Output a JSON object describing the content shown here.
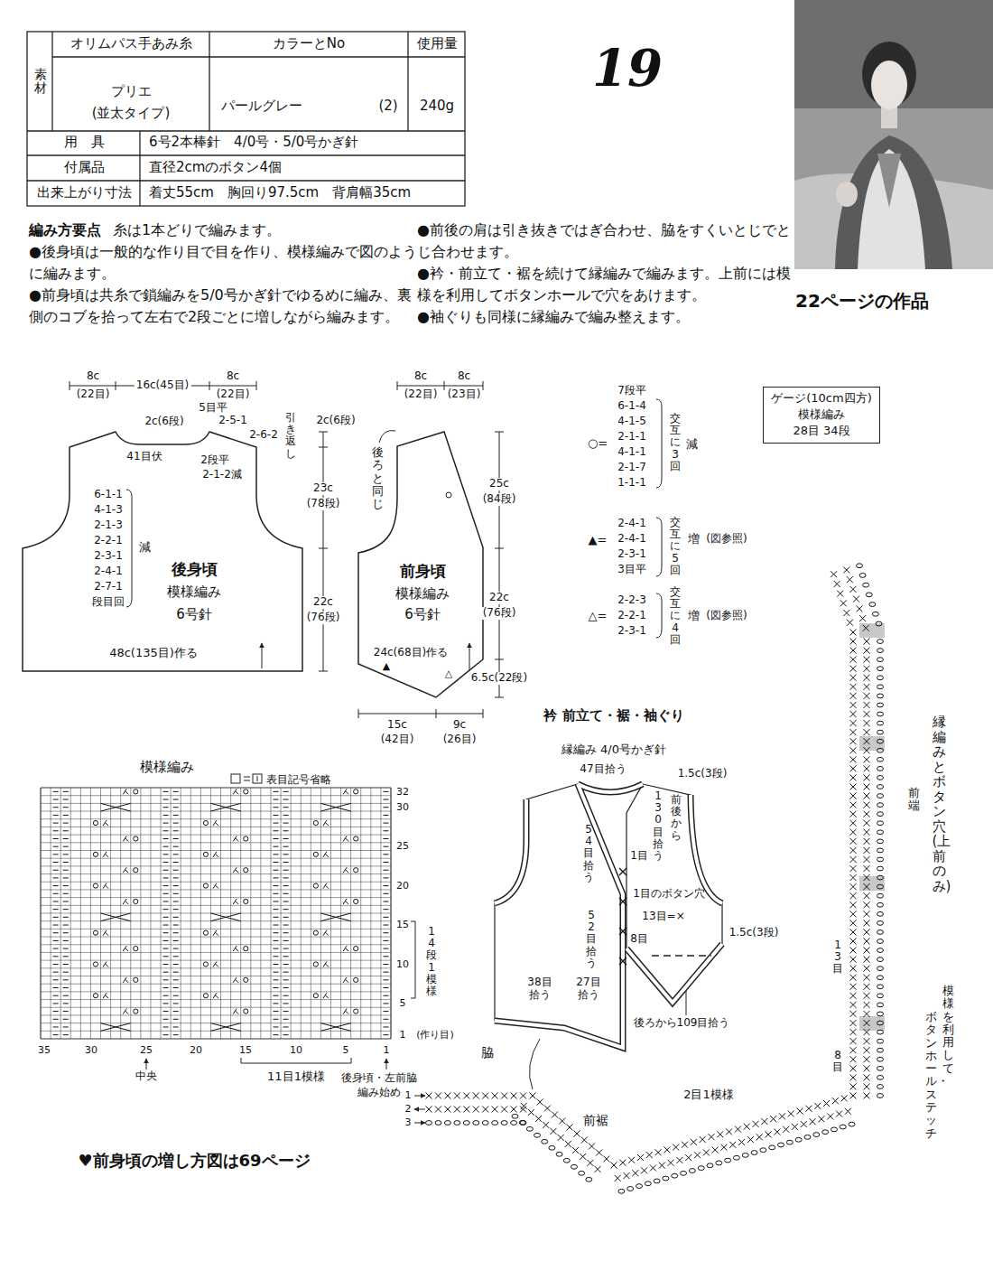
{
  "diagram": {
    "nodes": [
      {
        "text": [
          "後身頃",
          "模様編み",
          "6号針"
        ]
      },
      {
        "text": [
          "前身頃",
          "模様編み",
          "6号針"
        ]
      },
      {
        "text": [
          "ゲージ(10cm四方)",
          "模様編み",
          "28目 34段"
        ]
      }
    ],
    "labels": [
      "素材",
      "オリムパス手あみ糸",
      "カラーとNo",
      "使用量",
      "プリエ",
      "(並太タイプ)",
      "パールグレー",
      "(2)",
      "240g",
      "用　具",
      "6号2本棒針　4/0号・5/0号かぎ針",
      "付属品",
      "直径2cmのボタン4個",
      "出来上がり寸法",
      "着丈55cm　胸回り97.5cm　背肩幅35cm",
      "19",
      "22ページの作品",
      "編み方要点",
      "糸は1本どりで編みます。",
      "●後身頃は一般的な作り目で目を作り、模様編みで図のように編みます。",
      "●前身頃は共糸で鎖編みを5/0号かぎ針でゆるめに編み、裏側のコブを拾って左右で2段ごとに増しながら編みます。",
      "●前後の肩は引き抜きではぎ合わせ、脇をすくいとじでとじ合わせます。",
      "●衿・前立て・裾を続けて縁編みで編みます。上前には模様を利用してボタンホールで穴をあけます。",
      "●袖ぐりも同様に縁編みで編み整えます。",
      "8c",
      "(22目)",
      "16c(45目)",
      "8c",
      "(22目)",
      "5目平",
      "2-5-1",
      "2-6-2",
      "引き返し",
      "2c(6段)",
      "41目伏",
      "2段平",
      "2-1-2減",
      "6-1-1",
      "4-1-3",
      "2-1-3",
      "2-2-1",
      "2-3-1",
      "2-4-1",
      "2-7-1",
      "段目回",
      "減",
      "48c(135目)作る",
      "2c(6段)",
      "23c",
      "(78段)",
      "22c",
      "(76段)",
      "8c",
      "(22目)",
      "8c",
      "(23目)",
      "後ろと同じ",
      "25c",
      "(84段)",
      "22c",
      "(76段)",
      "6.5c(22段)",
      "15c",
      "(42目)",
      "9c",
      "(26目)",
      "▲",
      "△",
      "24c(68目)作る",
      "7段平",
      "6-1-4",
      "4-1-5",
      "2-1-1",
      "4-1-1",
      "2-1-7",
      "1-1-1",
      "○=",
      "交互に3回",
      "減",
      "▲=",
      "2-4-1",
      "2-4-1",
      "2-3-1",
      "3目平",
      "交互に5回",
      "増",
      "(図参照)",
      "△=",
      "2-2-3",
      "2-2-1",
      "2-3-1",
      "交互に4回",
      "増",
      "(図参照)",
      "模様編み",
      "32",
      "30",
      "25",
      "20",
      "15",
      "10",
      "5",
      "1",
      "(作り目)",
      "14段1模様",
      "35",
      "30",
      "25",
      "20",
      "15",
      "10",
      "5",
      "1",
      "中央",
      "11目1模様",
      "後身頃・左前脇",
      "編み始め",
      "♥前身頃の増し方図は69ページ",
      "衿 前立て・裾・袖ぐり",
      "縁編み 4/0号かぎ針",
      "47目拾う",
      "1.5c(3段)",
      "130目拾う",
      "前後から",
      "54目拾う",
      "1目",
      "1目のボタン穴",
      "52目拾う",
      "13目=×",
      "8目",
      "38目拾う",
      "27目拾う",
      "1.5c(3段)",
      "後ろから109目拾う",
      "縁編みとボタン穴(上前のみ)",
      "前端",
      "13目",
      "8目",
      "模様を利用して",
      "ボタンホール・ステッチ",
      "脇",
      "前裾",
      "2目1模様",
      "1",
      "2",
      "3"
    ],
    "legend": [
      {
        "text": "表目記号省略"
      }
    ]
  }
}
